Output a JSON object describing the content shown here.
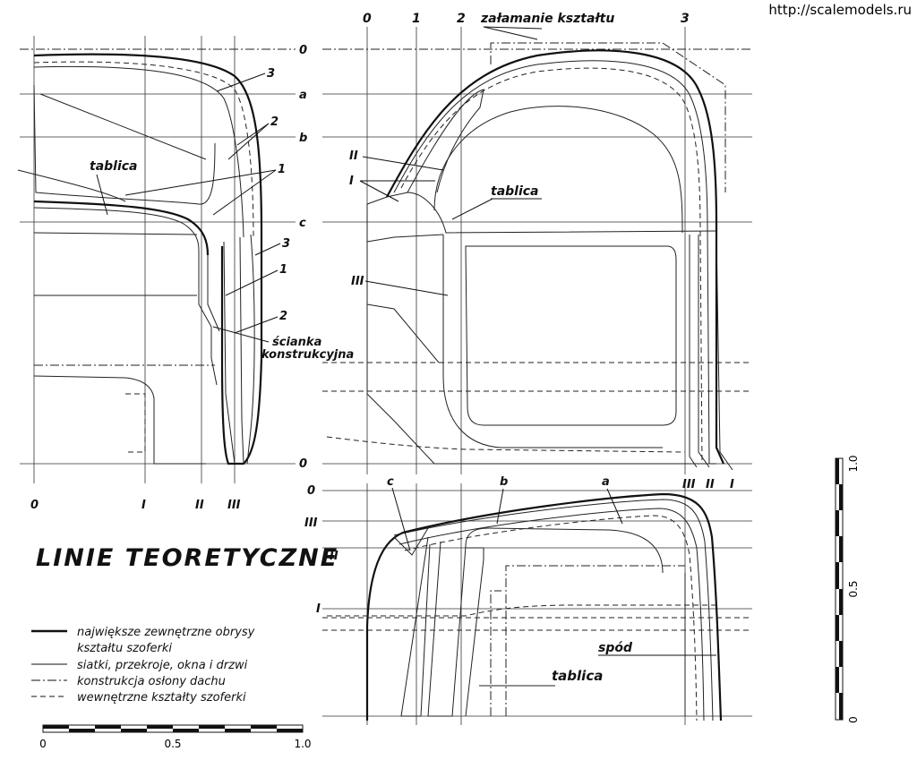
{
  "watermark": "http://scalemodels.ru",
  "title": "LINIE TEORETYCZNE",
  "side_view": {
    "top_stations": [
      "0",
      "1",
      "2",
      "3"
    ],
    "break_label": "załamanie kształtu",
    "waterlines": [
      "0",
      "a",
      "b",
      "c",
      "0"
    ],
    "section_labels": [
      "II",
      "I",
      "tablica",
      "III"
    ],
    "vertical_labels": [
      "3",
      "2",
      "1",
      "3",
      "1",
      "2"
    ],
    "wall_label": [
      "ścianka",
      "konstrukcyjna"
    ],
    "tablica_label": "tablica",
    "right_labels": [
      "III",
      "II",
      "I"
    ],
    "bottom_axis": [
      "0",
      "I",
      "II",
      "III"
    ]
  },
  "plan_view": {
    "left_lines": [
      "0",
      "III",
      "II",
      "I"
    ],
    "markers": [
      "c",
      "b",
      "a"
    ],
    "spod_label": "spód",
    "tablica_label": "tablica"
  },
  "legend": [
    {
      "style": "thick",
      "text": "największe zewnętrzne obrysy kształtu szoferki",
      "line1": "największe zewnętrzne obrysy",
      "line2": "kształtu szoferki"
    },
    {
      "style": "thin",
      "text": "siatki, przekroje, okna i drzwi"
    },
    {
      "style": "dashdot",
      "text": "konstrukcja osłony dachu"
    },
    {
      "style": "dashed",
      "text": "wewnętrzne kształty szoferki"
    }
  ],
  "scale_bar_horizontal": {
    "ticks": [
      "0",
      "0.5",
      "1.0"
    ]
  },
  "scale_bar_vertical": {
    "ticks": [
      "1.0",
      "0.5",
      "0"
    ]
  }
}
